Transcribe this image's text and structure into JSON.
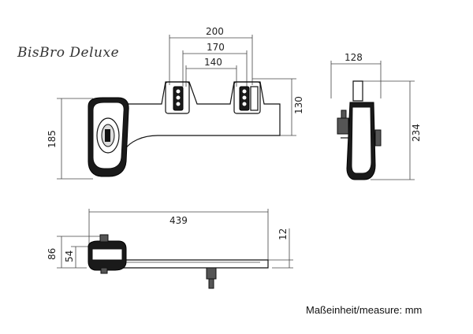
{
  "title": "BisBro Deluxe",
  "unit_note": "Maßeinheit/measure: mm",
  "dimensions": {
    "top_width_outer": "200",
    "top_width_middle": "170",
    "top_width_inner": "140",
    "front_height_left": "185",
    "front_height_right": "130",
    "side_width": "128",
    "side_height": "234",
    "bottom_length": "439",
    "bottom_height_86": "86",
    "bottom_height_54": "54",
    "bottom_height_12": "12"
  }
}
